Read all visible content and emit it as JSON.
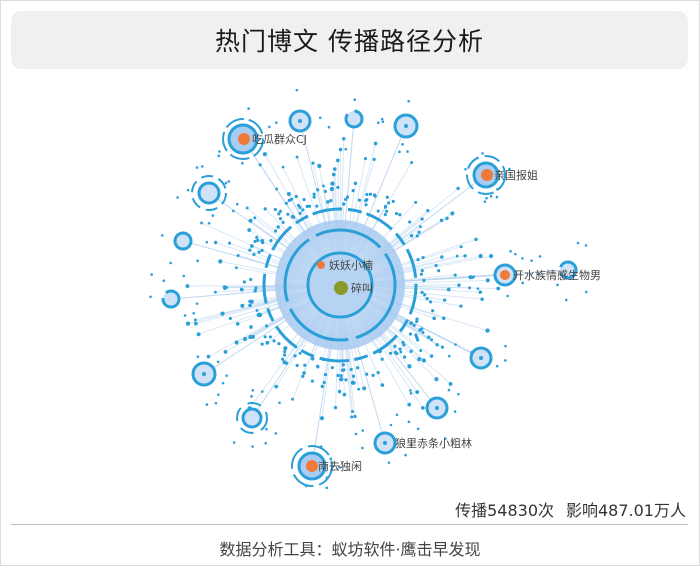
{
  "title": "热门博文 传播路径分析",
  "stats": {
    "spread": "传播54830次",
    "influence": "影响487.01万人"
  },
  "footer": "数据分析工具：蚁坊软件·鹰击早发现",
  "colors": {
    "node": "#2a9fd8",
    "node_light": "#a9cdf2",
    "key_user": "#f07a3a",
    "root": "#8c9a2a",
    "edge": "#b9d4f0"
  },
  "graph": {
    "root_label": "碎叫",
    "key_users": [
      {
        "label": "吃瓜群众CJ"
      },
      {
        "label": "亲国报姐"
      },
      {
        "label": "妖妖小楠"
      },
      {
        "label": "开水族情感生物男"
      },
      {
        "label": "狼里赤条小粗林"
      },
      {
        "label": "南去独闲"
      }
    ]
  }
}
